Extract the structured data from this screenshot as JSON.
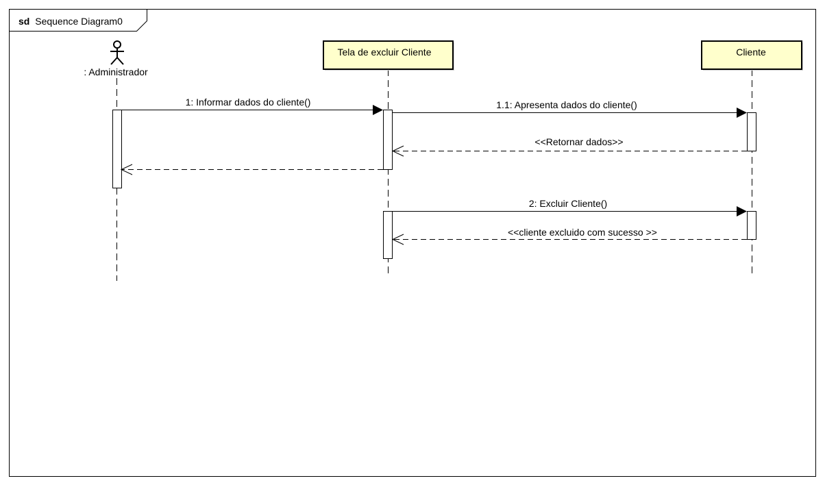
{
  "frame": {
    "keyword": "sd",
    "name": "Sequence Diagram0"
  },
  "participants": [
    {
      "id": "administrador",
      "kind": "actor",
      "label": ": Administrador"
    },
    {
      "id": "tela",
      "kind": "object",
      "label": "Tela de excluir Cliente"
    },
    {
      "id": "cliente",
      "kind": "object",
      "label": "Cliente"
    }
  ],
  "messages": [
    {
      "id": "m1",
      "label": "1: Informar dados do cliente()",
      "from": "administrador",
      "to": "tela",
      "kind": "sync"
    },
    {
      "id": "m2",
      "label": "1.1: Apresenta dados do cliente()",
      "from": "tela",
      "to": "cliente",
      "kind": "sync"
    },
    {
      "id": "m3",
      "label": "<<Retornar dados>>",
      "from": "cliente",
      "to": "tela",
      "kind": "return"
    },
    {
      "id": "m4",
      "label": "",
      "from": "tela",
      "to": "administrador",
      "kind": "return"
    },
    {
      "id": "m5",
      "label": "2: Excluir Cliente()",
      "from": "tela",
      "to": "cliente",
      "kind": "sync"
    },
    {
      "id": "m6",
      "label": "<<cliente excluido com sucesso >>",
      "from": "cliente",
      "to": "tela",
      "kind": "return"
    }
  ],
  "colors": {
    "object_fill": "#ffffcc",
    "line": "#000000",
    "background": "#ffffff"
  }
}
